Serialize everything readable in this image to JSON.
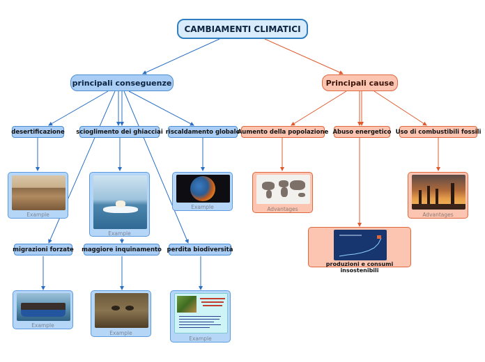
{
  "root": {
    "label": "CAMBIAMENTI CLIMATICI"
  },
  "branches": {
    "consequences": {
      "label": "principali conseguenze",
      "color": "#4a8fd6"
    },
    "causes": {
      "label": "Principali cause",
      "color": "#e0663c"
    }
  },
  "consequences": [
    {
      "label": "desertificazione",
      "caption": "Example",
      "image": "cracked-desert-photo"
    },
    {
      "label": "scioglimento dei ghiacciai",
      "caption": "Example",
      "image": "polar-bear-on-ice-photo"
    },
    {
      "label": "riscaldamento globale",
      "caption": "Example",
      "image": "burning-earth-photo"
    },
    {
      "label": "migrazioni forzate",
      "caption": "Example",
      "image": "migrant-boat-photo"
    },
    {
      "label": "maggiore inquinamento",
      "caption": "Example",
      "image": "polluted-eye-photo"
    },
    {
      "label": "perdita biodiversità",
      "caption": "Example",
      "image": "biodiversity-slide-image"
    }
  ],
  "causes": [
    {
      "label": "Aumento della popolazione",
      "caption": "Advantages",
      "image": "world-map-of-people-image"
    },
    {
      "label": "Abuso energetico",
      "caption": "produzioni e consumi insostenibili",
      "image": "energy-consumption-chart-image"
    },
    {
      "label": "Uso di combustibili fossili",
      "caption": "Advantages",
      "image": "smoking-chimneys-photo"
    }
  ],
  "colors": {
    "blue_fill": "#a9cdf4",
    "blue_border": "#4a8fd6",
    "orange_fill": "#fbc5b2",
    "orange_border": "#e0663c",
    "root_fill": "#d9ecfb"
  }
}
